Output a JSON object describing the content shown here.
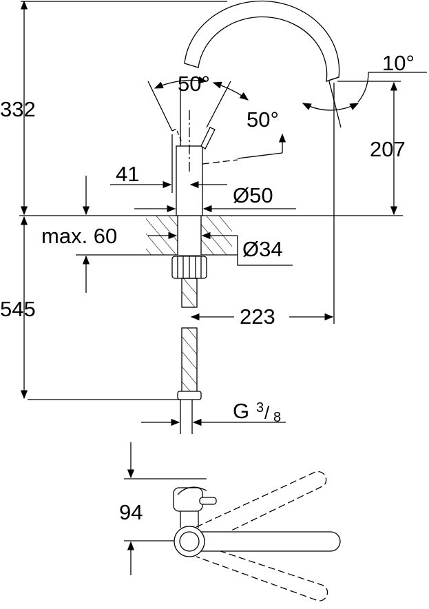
{
  "title": "Faucet dimension drawing",
  "dimensions": {
    "total_height": "332",
    "swivel_angle": "50°",
    "lever_angle": "50°",
    "spout_angle": "10°",
    "spout_height": "207",
    "lever_offset": "41",
    "body_diameter": "Ø50",
    "max_deck_thickness": "max. 60",
    "hole_diameter": "Ø34",
    "below_deck_length": "545",
    "spout_reach": "223",
    "thread_prefix": "G",
    "thread_num": "3",
    "thread_den": "8",
    "plan_depth": "94"
  },
  "colors": {
    "line": "#000000",
    "background": "#ffffff"
  }
}
